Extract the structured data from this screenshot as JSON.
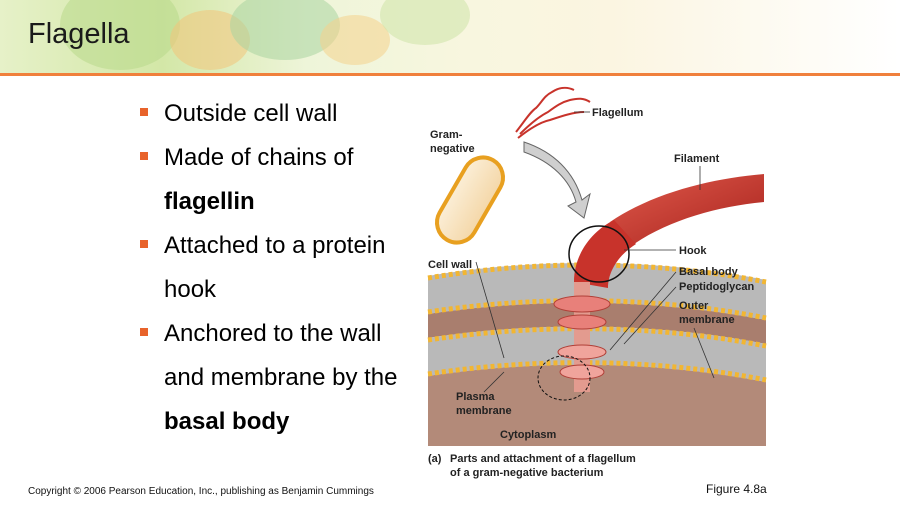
{
  "slide": {
    "title": "Flagella",
    "bullets": [
      {
        "lines": [
          "Outside cell wall"
        ],
        "bold_lines": []
      },
      {
        "lines": [
          "Made of chains of"
        ],
        "bold_lines": [
          "flagellin"
        ]
      },
      {
        "lines": [
          "Attached to a protein",
          "hook"
        ],
        "bold_lines": []
      },
      {
        "lines": [
          "Anchored to the wall",
          "and membrane by the"
        ],
        "bold_lines": [
          "basal body"
        ]
      }
    ]
  },
  "figure": {
    "labels": {
      "flagellum": "Flagellum",
      "gram_negative_1": "Gram-",
      "gram_negative_2": "negative",
      "filament": "Filament",
      "hook": "Hook",
      "cell_wall": "Cell wall",
      "basal_body": "Basal body",
      "peptidoglycan": "Peptidoglycan",
      "outer_membrane_1": "Outer",
      "outer_membrane_2": "membrane",
      "plasma_membrane_1": "Plasma",
      "plasma_membrane_2": "membrane",
      "cytoplasm": "Cytoplasm"
    },
    "caption_tag": "(a)",
    "caption_line1": "Parts and attachment of a flagellum",
    "caption_line2": "of a gram-negative bacterium",
    "figure_number": "Figure 4.8a"
  },
  "footer": {
    "copyright": "Copyright © 2006 Pearson Education, Inc., publishing as Benjamin Cummings"
  },
  "colors": {
    "accent": "#e8632b",
    "banner_line": "#f0803c",
    "flagellum_red": "#c8332b",
    "membrane_gold": "#f2b632"
  }
}
